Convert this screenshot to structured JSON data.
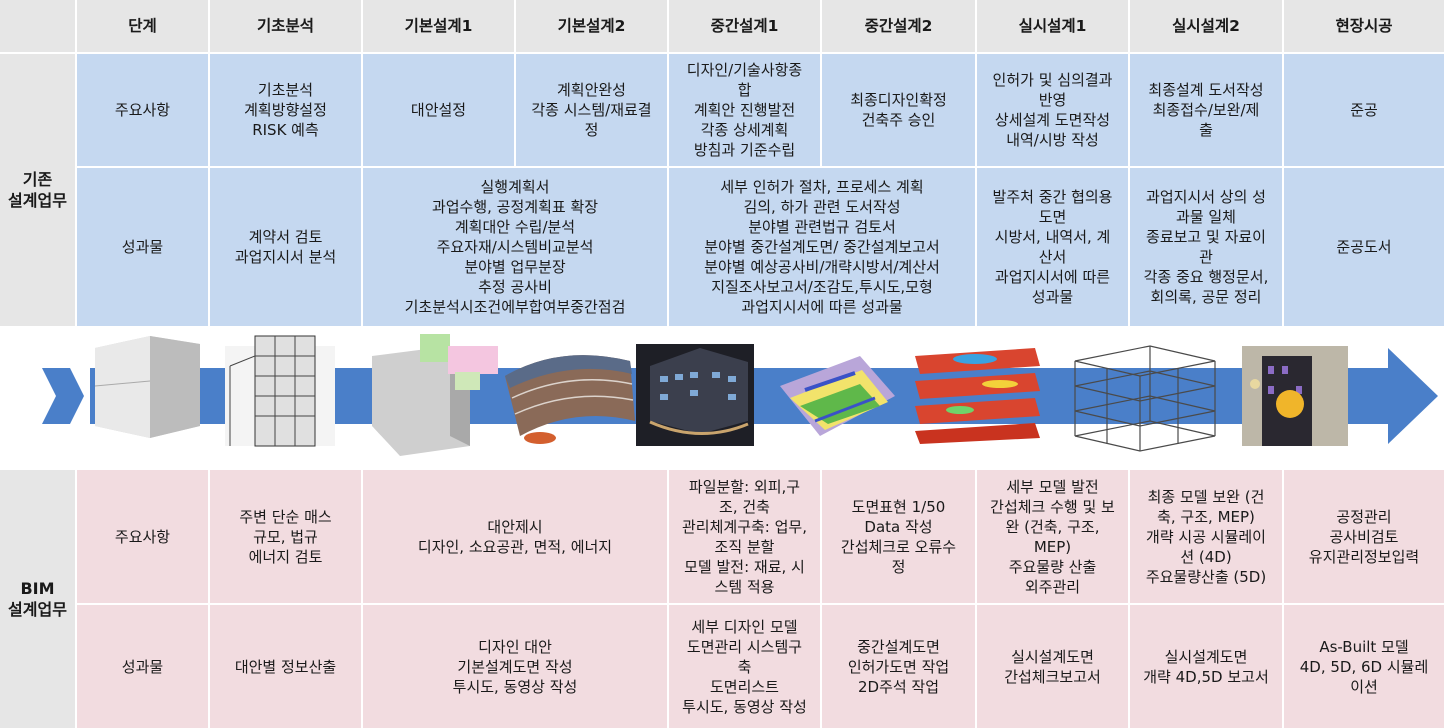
{
  "header": {
    "cols": [
      "단계",
      "기초분석",
      "기본설계1",
      "기본설계2",
      "중간설계1",
      "중간설계2",
      "실시설계1",
      "실시설계2",
      "현장시공"
    ]
  },
  "existing": {
    "group_label": "기존\n설계업무",
    "row1_label": "주요사항",
    "row1": [
      "기초분석\n계획방향설정\nRISK 예측",
      "대안설정",
      "계획안완성\n각종 시스템/재료결\n정",
      "디자인/기술사항종\n합\n계획안 진행발전\n각종 상세계획\n방침과 기준수립",
      "최종디자인확정\n건축주 승인",
      "인허가 및 심의결과\n반영\n상세설계 도면작성\n내역/시방 작성",
      "최종설계 도서작성\n최종접수/보완/제\n출",
      "준공"
    ],
    "row2_label": "성과물",
    "row2": [
      "계약서 검토\n과업지시서 분석",
      "실행계획서\n과업수행, 공정계획표 확장\n계획대안 수립/분석\n주요자재/시스템비교분석\n분야별 업무분장\n추정 공사비\n기초분석시조건에부합여부중간점검",
      "세부 인허가 절차, 프로세스 계획\n김의, 하가 관련 도서작성\n분야별 관련법규 검토서\n분야별 중간설계도면/ 중간설계보고서\n분야별 예상공사비/개략시방서/계산서\n지질조사보고서/조감도,투시도,모형\n과업지시서에 따른 성과물",
      "발주처 중간 협의용\n도면\n시방서, 내역서, 계\n산서\n과업지시서에 따른\n성과물",
      "과업지시서 상의 성\n과물 일체\n종료보고 및 자료이\n관\n각종 중요 행정문서,\n회의록, 공문 정리",
      "준공도서"
    ]
  },
  "bim": {
    "group_label": "BIM\n설계업무",
    "row1_label": "주요사항",
    "row1": [
      "주변 단순 매스\n규모, 법규\n에너지 검토",
      "대안제시\n디자인, 소요공관, 면적, 에너지",
      "파일분할: 외피,구\n조, 건축\n관리체계구축: 업무,\n조직 분할\n모델 발전: 재료, 시\n스템 적용",
      "도면표현 1/50\nData 작성\n간섭체크로 오류수\n정",
      "세부 모델 발전\n간섭체크 수행 및 보\n완 (건축, 구조,\nMEP)\n주요물량 산출\n외주관리",
      "최종 모델 보완 (건\n축, 구조, MEP)\n개략 시공 시뮬레이\n션 (4D)\n주요물량산출 (5D)",
      "공정관리\n공사비검토\n유지관리정보입력"
    ],
    "row2_label": "성과물",
    "row2": [
      "대안별 정보산출",
      "디자인 대안\n기본설계도면 작성\n투시도, 동영상 작성",
      "세부 디자인 모델\n도면관리 시스템구\n축\n도면리스트\n투시도, 동영상 작성",
      "중간설계도면\n인허가도면 작업\n2D주석 작업",
      "실시설계도면\n간섭체크보고서",
      "실시설계도면\n개략 4D,5D 보고서",
      "As-Built 모델\n4D, 5D, 6D 시뮬레\n이션"
    ]
  },
  "colors": {
    "header_bg": "#e6e6e6",
    "existing_bg": "#c5d8f0",
    "bim_bg": "#f2dce0",
    "arrow": "#4a7fc9"
  },
  "process_images": [
    "mass-model-icon",
    "building-sketch-icon",
    "concept-model-icon",
    "rendered-building-icon",
    "night-render-icon",
    "clash-model-icon",
    "structural-analysis-icon",
    "steel-frame-icon",
    "as-built-model-icon"
  ]
}
